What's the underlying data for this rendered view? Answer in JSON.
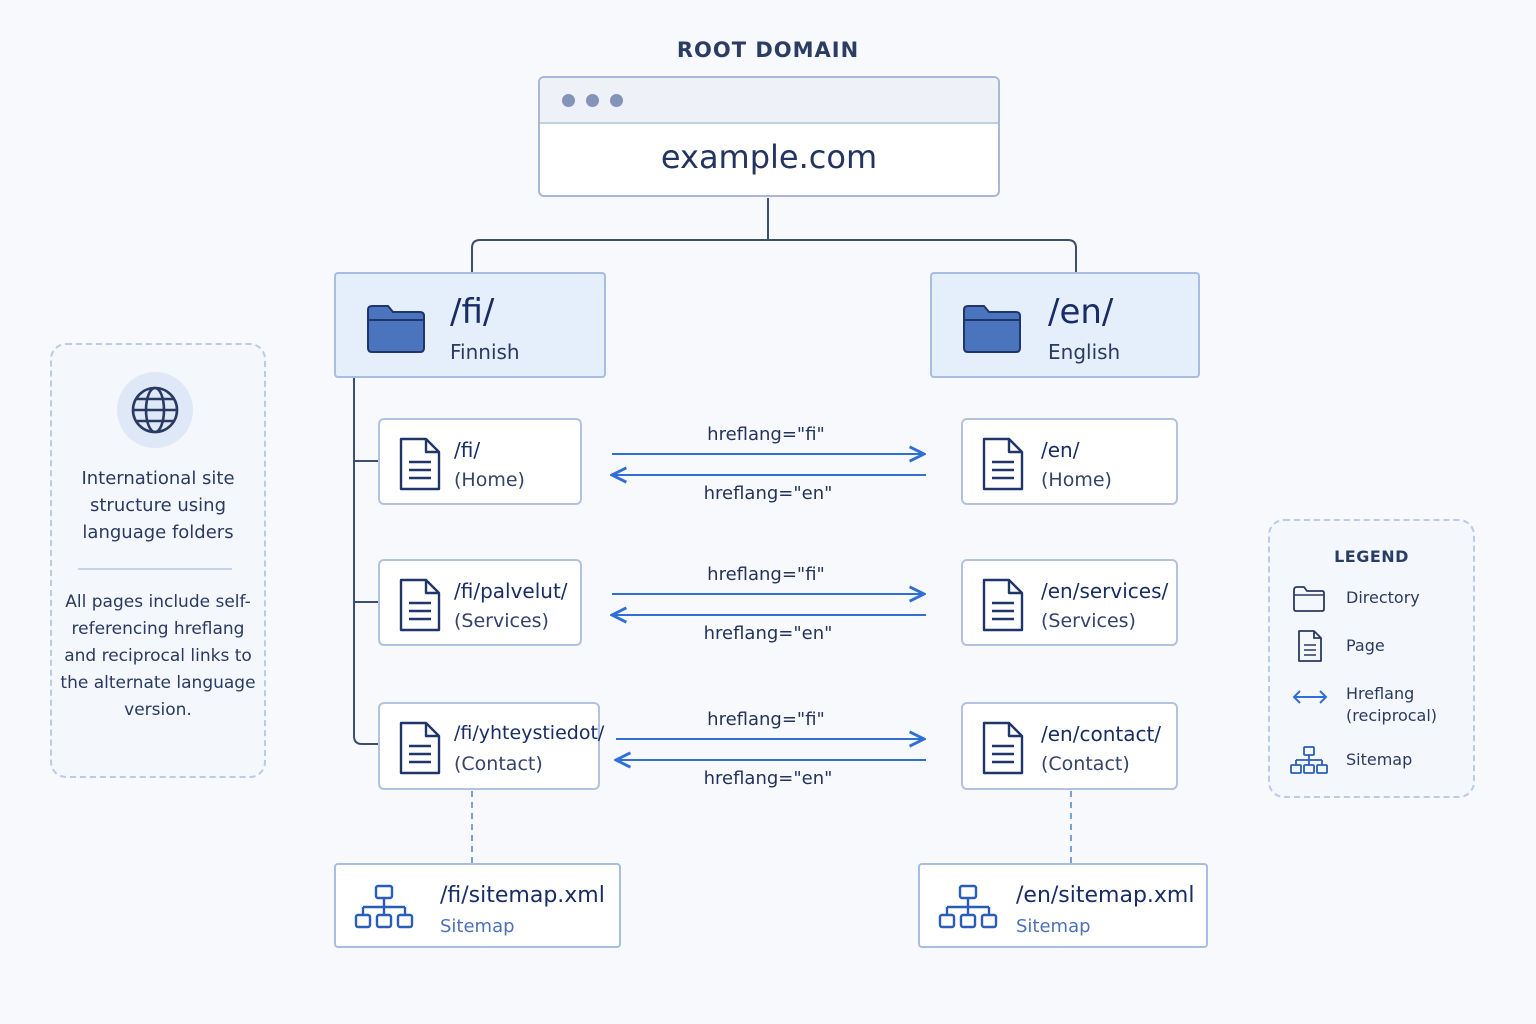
{
  "root": {
    "label": "ROOT DOMAIN",
    "domain": "example.com"
  },
  "folders": {
    "fi": {
      "path": "/fi/",
      "language": "Finnish"
    },
    "en": {
      "path": "/en/",
      "language": "English"
    }
  },
  "pages": {
    "fi": [
      {
        "path": "/fi/",
        "name": "(Home)"
      },
      {
        "path": "/fi/palvelut/",
        "name": "(Services)"
      },
      {
        "path": "/fi/yhteystiedot/",
        "name": "(Contact)"
      }
    ],
    "en": [
      {
        "path": "/en/",
        "name": "(Home)"
      },
      {
        "path": "/en/services/",
        "name": "(Services)"
      },
      {
        "path": "/en/contact/",
        "name": "(Contact)"
      }
    ]
  },
  "hreflang": {
    "fi_label": "hreflang=\"fi\"",
    "en_label": "hreflang=\"en\""
  },
  "sitemaps": {
    "fi": {
      "path": "/fi/sitemap.xml",
      "label": "Sitemap"
    },
    "en": {
      "path": "/en/sitemap.xml",
      "label": "Sitemap"
    }
  },
  "info": {
    "text1": "International site structure using language folders",
    "text2": "All pages include self-referencing hreflang and reciprocal links to the alternate language version."
  },
  "legend": {
    "title": "LEGEND",
    "items": [
      {
        "icon": "folder-icon",
        "label": "Directory"
      },
      {
        "icon": "page-icon",
        "label": "Page"
      },
      {
        "icon": "double-arrow-icon",
        "label": "Hreflang (reciprocal)"
      },
      {
        "icon": "sitemap-icon",
        "label": "Sitemap"
      }
    ]
  },
  "colors": {
    "navy": "#182c66",
    "accent_blue": "#2f6fd6",
    "folder_fill": "#4a74be",
    "card_border": "#a7bde3"
  }
}
